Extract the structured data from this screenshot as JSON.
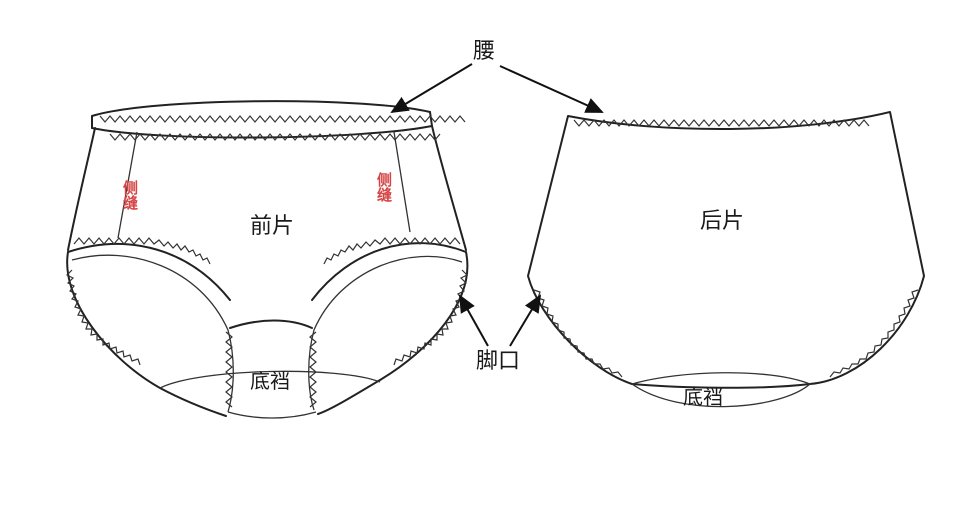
{
  "labels": {
    "waist": "腰",
    "front_panel": "前片",
    "back_panel": "后片",
    "crotch_front": "底裆",
    "crotch_back": "底裆",
    "leg_opening": "脚口",
    "side_seam_left": "侧缝",
    "side_seam_right": "侧缝"
  },
  "colors": {
    "line": "#222222",
    "side_seam_text": "#d64545",
    "background": "#ffffff"
  }
}
